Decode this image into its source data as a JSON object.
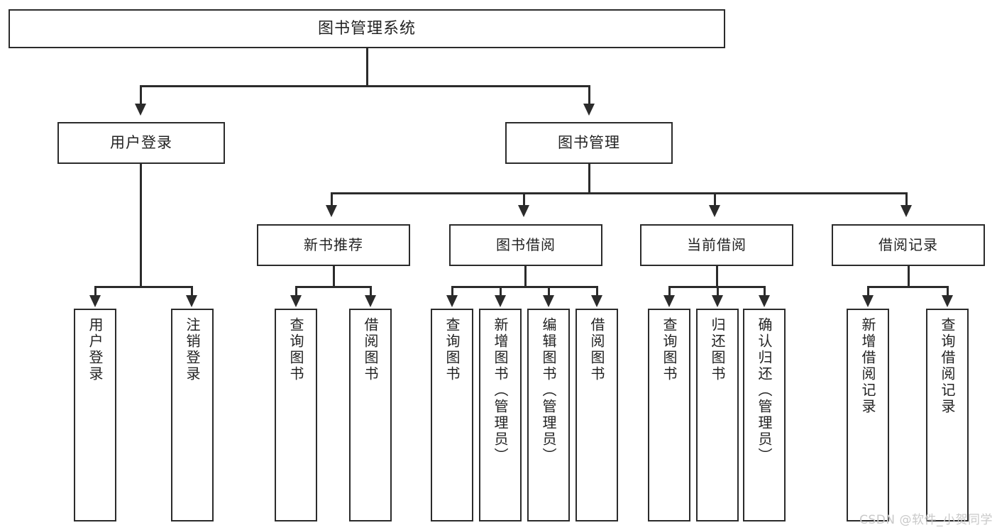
{
  "diagram": {
    "title": "图书管理系统",
    "type": "tree-hierarchy-chart",
    "watermark": "CSDN @软件_小贺同学",
    "colors": {
      "box_border": "#2b2b2b",
      "box_fill": "#ffffff",
      "connector": "#2b2b2b",
      "text": "#232323",
      "watermark": "#c9c9c9",
      "background": "#ffffff"
    }
  },
  "root": {
    "label": "图书管理系统"
  },
  "level2": [
    {
      "label": "用户登录"
    },
    {
      "label": "图书管理"
    }
  ],
  "level3": [
    {
      "label": "新书推荐"
    },
    {
      "label": "图书借阅"
    },
    {
      "label": "当前借阅"
    },
    {
      "label": "借阅记录"
    }
  ],
  "leaves": {
    "user_login": [
      {
        "label": "用户登录"
      },
      {
        "label": "注销登录"
      }
    ],
    "new_book": [
      {
        "label": "查询图书"
      },
      {
        "label": "借阅图书"
      }
    ],
    "book_borrow": [
      {
        "label": "查询图书"
      },
      {
        "label": "新增图书（管理员）"
      },
      {
        "label": "编辑图书（管理员）"
      },
      {
        "label": "借阅图书"
      }
    ],
    "current_borrow": [
      {
        "label": "查询图书"
      },
      {
        "label": "归还图书"
      },
      {
        "label": "确认归还（管理员）"
      }
    ],
    "borrow_record": [
      {
        "label": "新增借阅记录"
      },
      {
        "label": "查询借阅记录"
      }
    ]
  }
}
